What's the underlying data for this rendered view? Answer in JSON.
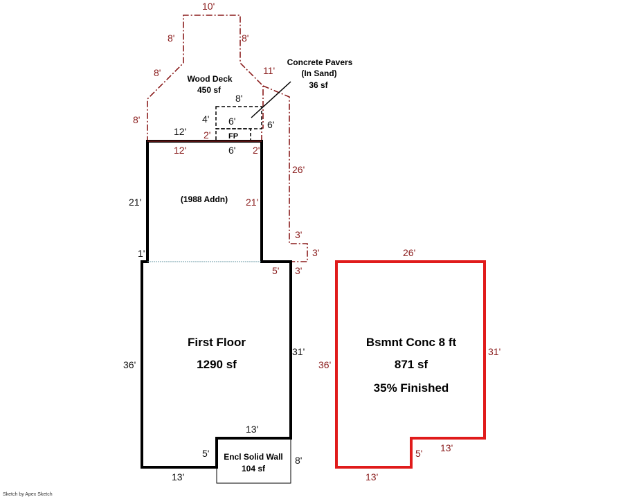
{
  "colors": {
    "outline_black": "#000000",
    "outline_red": "#e01b1b",
    "deck_line": "#8a1c1c",
    "dim_red": "#8a1c1c",
    "dim_black": "#111111"
  },
  "deck": {
    "title": "Wood Deck",
    "area": "450 sf",
    "dims": {
      "top": "10'",
      "upper_left": "8'",
      "upper_right": "8'",
      "diag_left": "8'",
      "diag_right": "11'",
      "lower_left": "8'",
      "right_long": "26'",
      "step_vert": "3'",
      "step_horiz": "3'",
      "step_bottom": "3'",
      "join_left": "2'",
      "join_right": "2'"
    }
  },
  "pavers": {
    "title_line1": "Concrete Pavers",
    "title_line2": "(In Sand)",
    "area": "36 sf",
    "dims": {
      "top": "8'",
      "left": "4'",
      "inner": "6'",
      "right": "6'"
    }
  },
  "fireplace": {
    "label": "FP",
    "bottom": "6'"
  },
  "addition": {
    "label": "(1988 Addn)",
    "dims": {
      "top_black": "12'",
      "top_red": "12'",
      "left": "21'",
      "right": "21'",
      "step_left": "1'",
      "step_right": "5'"
    }
  },
  "first_floor": {
    "title": "First Floor",
    "area": "1290 sf",
    "dims": {
      "left": "36'",
      "right": "31'",
      "bottom": "13'",
      "notch_top": "13'",
      "notch_side": "5'"
    }
  },
  "enclosure": {
    "title": "Encl Solid Wall",
    "area": "104 sf",
    "dims": {
      "right": "8'"
    }
  },
  "basement": {
    "title": "Bsmnt Conc 8 ft",
    "area": "871 sf",
    "finished": "35% Finished",
    "dims": {
      "top": "26'",
      "left": "36'",
      "right": "31'",
      "notch_horiz": "13'",
      "notch_vert": "5'",
      "bottom": "13'"
    }
  },
  "credit": "Sketch by Apex Sketch"
}
